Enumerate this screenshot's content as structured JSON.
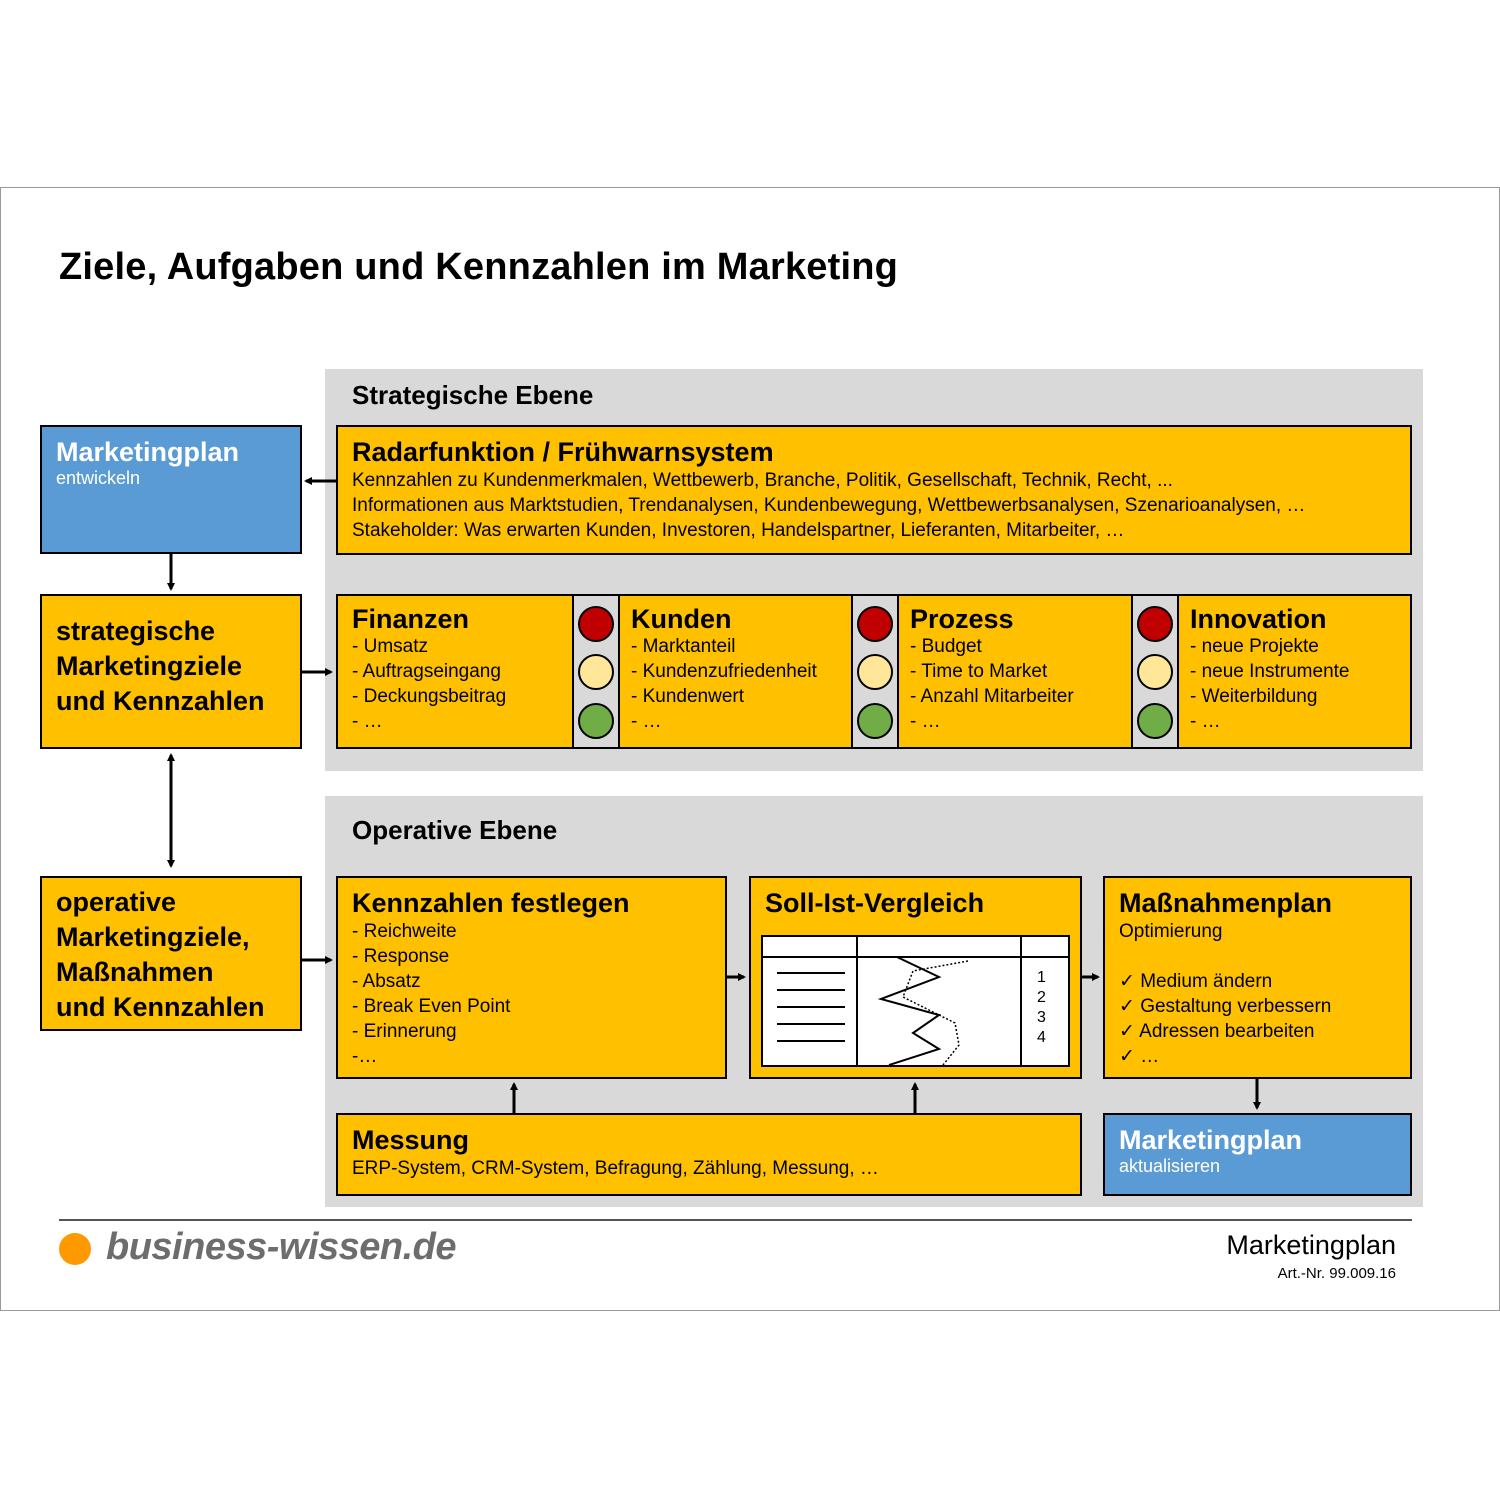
{
  "title": "Ziele, Aufgaben und Kennzahlen im Marketing",
  "left": {
    "plan_title": "Marketingplan",
    "plan_sub": "entwickeln",
    "strategic": [
      "strategische",
      "Marketingziele",
      "und Kennzahlen"
    ],
    "operative": [
      "operative",
      "Marketingziele,",
      "Maßnahmen",
      "und Kennzahlen"
    ]
  },
  "strategic": {
    "title": "Strategische Ebene",
    "radar": {
      "title": "Radarfunktion / Frühwarnsystem",
      "lines": [
        "Kennzahlen zu Kundenmerkmalen, Wettbewerb, Branche, Politik, Gesellschaft, Technik, Recht, ...",
        "Informationen aus Marktstudien, Trendanalysen, Kundenbewegung, Wettbewerbsanalysen, Szenarioanalysen, …",
        "Stakeholder: Was erwarten Kunden, Investoren, Handelspartner, Lieferanten, Mitarbeiter, …"
      ]
    },
    "categories": [
      {
        "title": "Finanzen",
        "items": [
          "- Umsatz",
          "- Auftragseingang",
          "- Deckungsbeitrag",
          "- …"
        ]
      },
      {
        "title": "Kunden",
        "items": [
          "- Marktanteil",
          "- Kundenzufriedenheit",
          "- Kundenwert",
          "- …"
        ]
      },
      {
        "title": "Prozess",
        "items": [
          "- Budget",
          "- Time to Market",
          "- Anzahl Mitarbeiter",
          "- …"
        ]
      },
      {
        "title": "Innovation",
        "items": [
          "- neue Projekte",
          "- neue Instrumente",
          "- Weiterbildung",
          "- …"
        ]
      }
    ],
    "lamp_colors": {
      "red": "#c00000",
      "yellow": "#ffe699",
      "green": "#70ad47"
    }
  },
  "operative": {
    "title": "Operative Ebene",
    "kennzahlen": {
      "title": "Kennzahlen festlegen",
      "items": [
        "- Reichweite",
        "- Response",
        "- Absatz",
        "- Break Even Point",
        "- Erinnerung",
        "-…"
      ]
    },
    "vergleich": {
      "title": "Soll-Ist-Vergleich",
      "numbers": [
        "1",
        "2",
        "3",
        "4"
      ]
    },
    "massnahmen": {
      "title": "Maßnahmenplan",
      "subtitle": "Optimierung",
      "items": [
        "✓ Medium ändern",
        "✓ Gestaltung verbessern",
        "✓ Adressen bearbeiten",
        "✓ …"
      ]
    },
    "messung": {
      "title": "Messung",
      "text": "ERP-System, CRM-System, Befragung, Zählung, Messung, …"
    },
    "plan_update": {
      "title": "Marketingplan",
      "sub": "aktualisieren"
    }
  },
  "footer": {
    "logo": "business-wissen.de",
    "doc": "Marketingplan",
    "artnr": "Art.-Nr. 99.009.16"
  },
  "colors": {
    "yellow": "#ffc000",
    "blue": "#5b9bd5",
    "panel": "#d9d9d9",
    "logo_dot": "#ff9900"
  }
}
